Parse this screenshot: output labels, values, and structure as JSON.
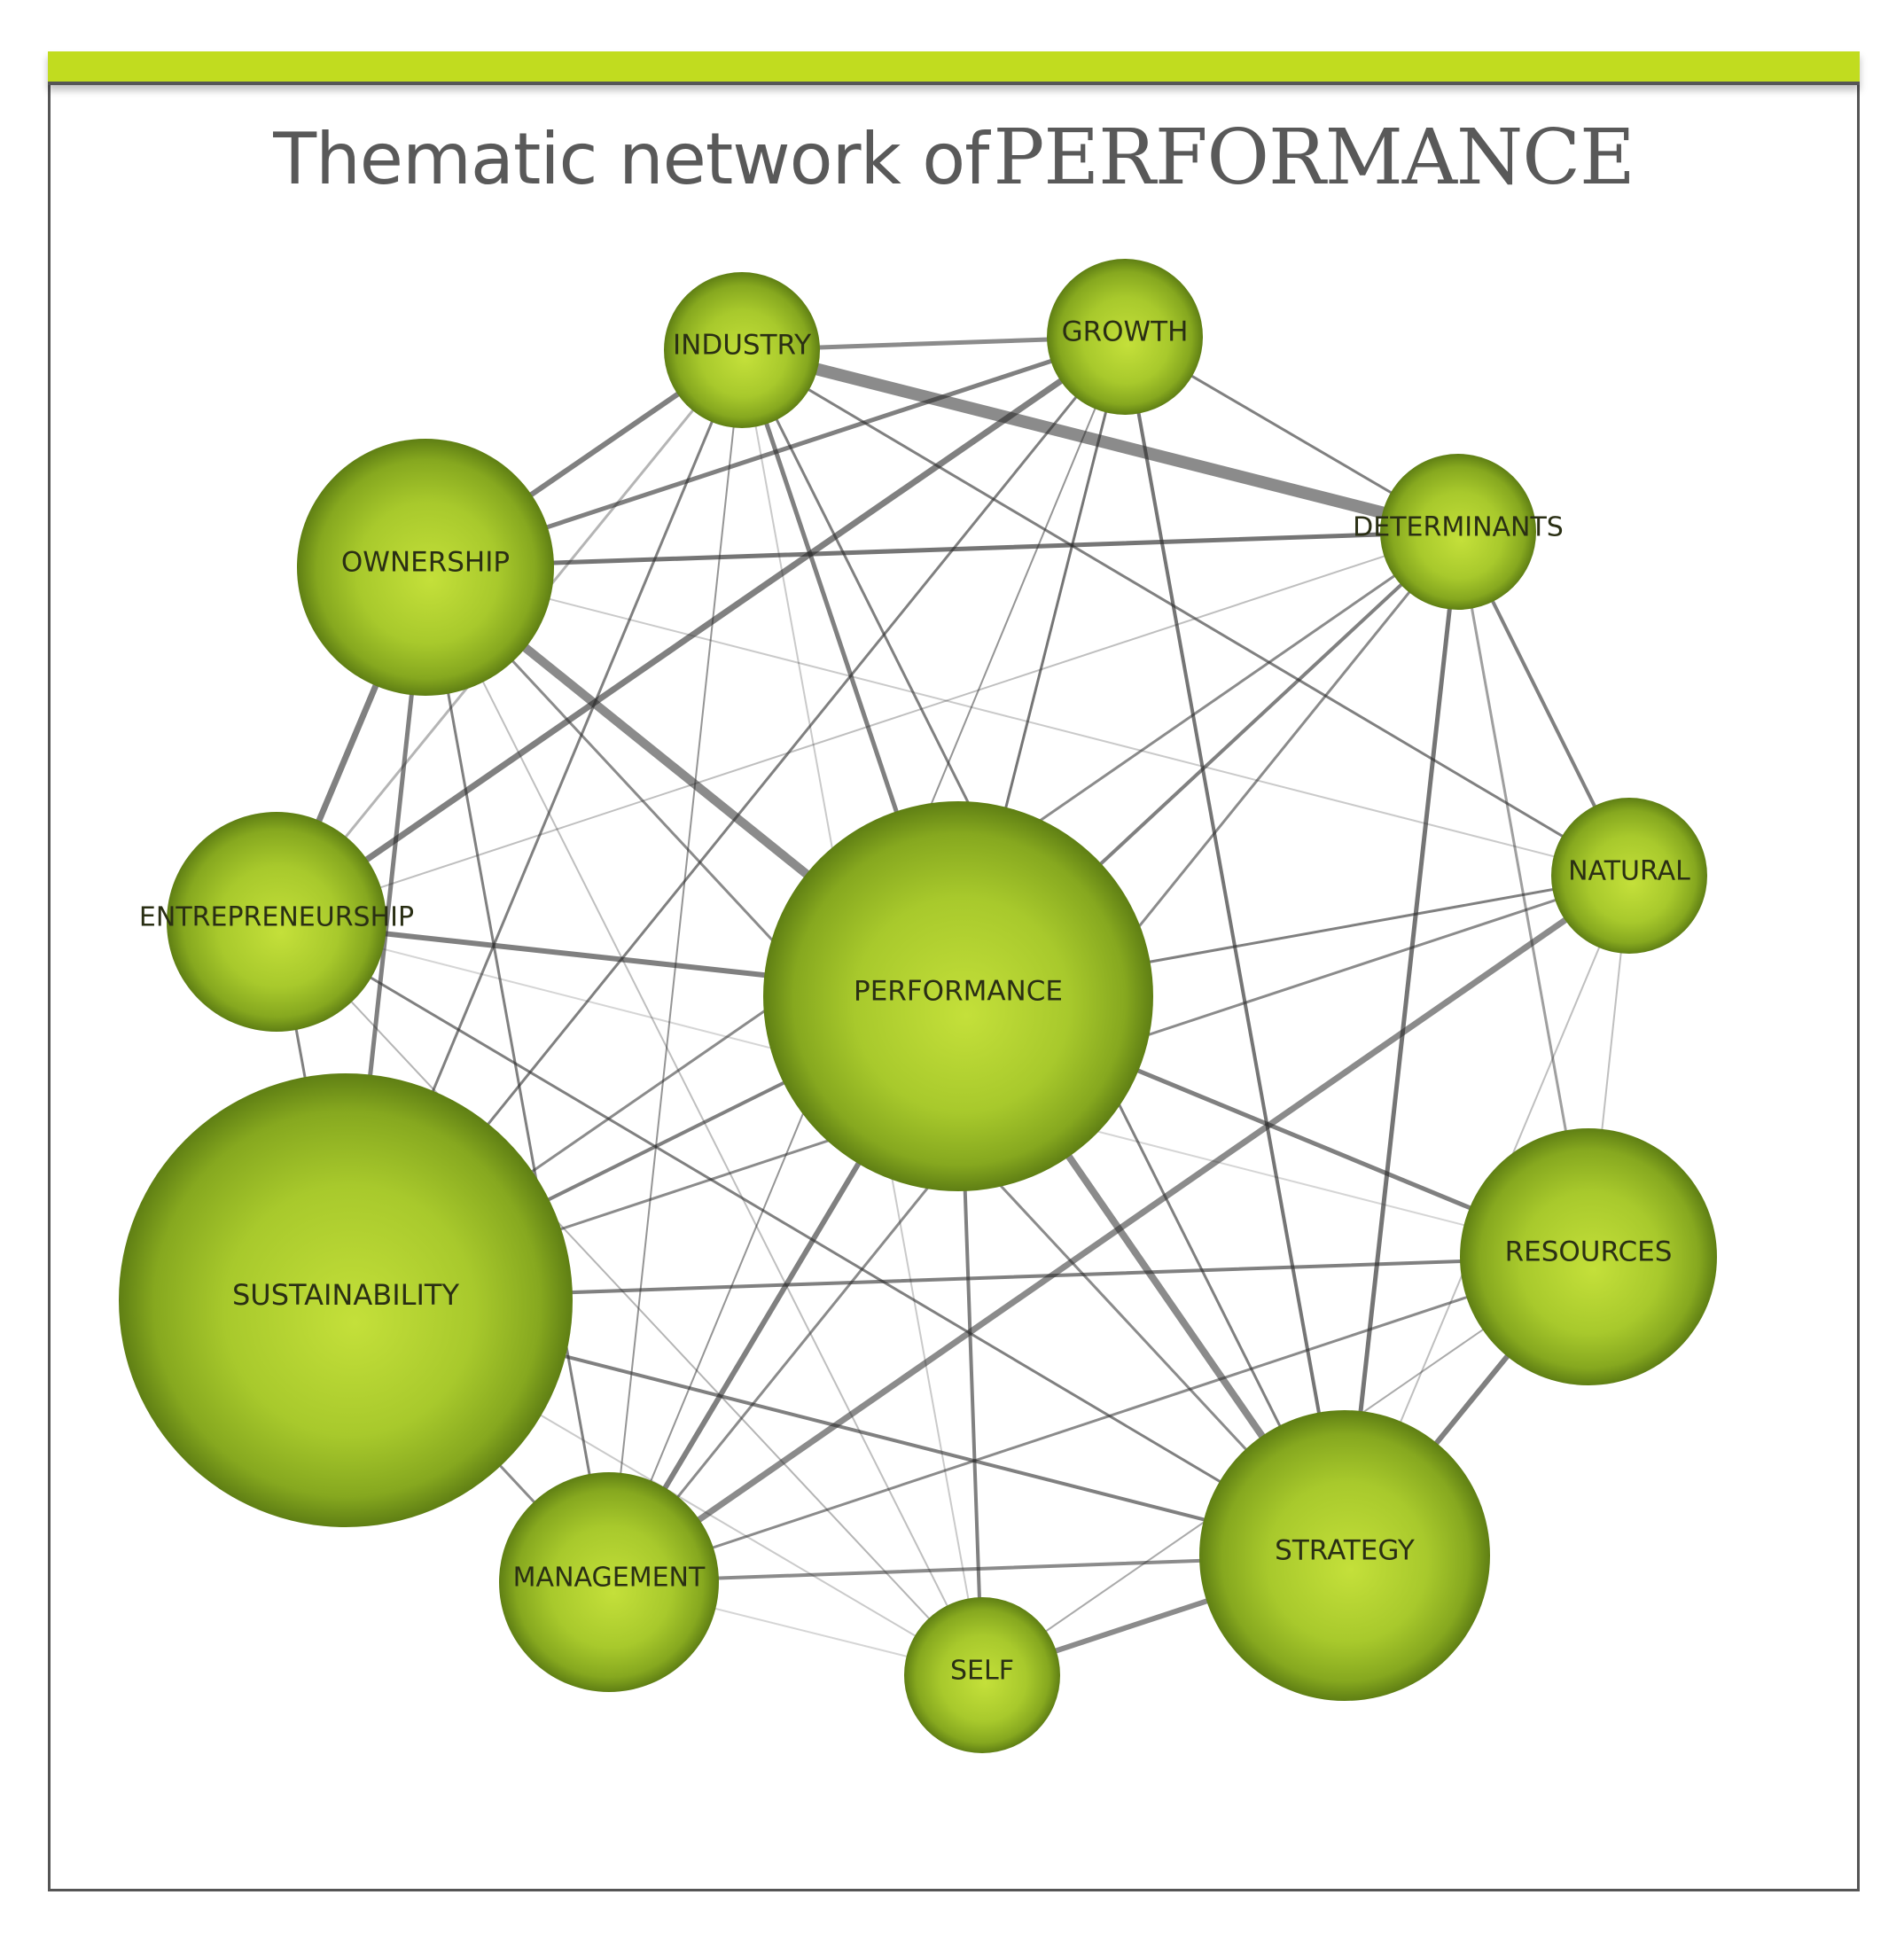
{
  "title": {
    "prefix": "Thematic network of",
    "keyword": "PERFORMANCE"
  },
  "colors": {
    "top_bar": "#c1dc1f",
    "node_light": "#c4e03a",
    "node_mid": "#97bb25",
    "node_dark": "#5f7f14",
    "edge": "#2b2b2b",
    "title_text": "#595959"
  },
  "nodes": [
    {
      "id": "industry",
      "label": "INDUSTRY"
    },
    {
      "id": "growth",
      "label": "GROWTH"
    },
    {
      "id": "determinants",
      "label": "DETERMINANTS"
    },
    {
      "id": "ownership",
      "label": "OWNERSHIP"
    },
    {
      "id": "natural",
      "label": "NATURAL"
    },
    {
      "id": "entrepreneurship",
      "label": "ENTREPRENEURSHIP"
    },
    {
      "id": "performance",
      "label": "PERFORMANCE"
    },
    {
      "id": "resources",
      "label": "RESOURCES"
    },
    {
      "id": "sustainability",
      "label": "SUSTAINABILITY"
    },
    {
      "id": "strategy",
      "label": "STRATEGY"
    },
    {
      "id": "management",
      "label": "MANAGEMENT"
    },
    {
      "id": "self",
      "label": "SELF"
    }
  ]
}
